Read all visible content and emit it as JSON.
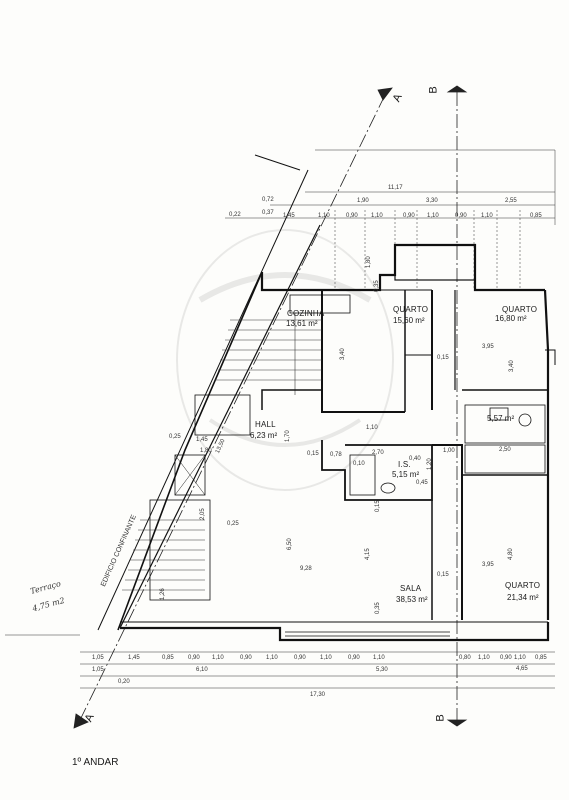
{
  "drawing": {
    "title": "1º ANDAR",
    "neighbor_label": "EDIFICIO CONFINANTE",
    "handwritten_note": [
      "Terraço",
      "4,75 m2"
    ]
  },
  "rooms": [
    {
      "name": "COZINHA",
      "area": "13,61 m²"
    },
    {
      "name": "QUARTO",
      "area": "15,60 m²"
    },
    {
      "name": "QUARTO",
      "area": "16,80 m²"
    },
    {
      "name": "HALL",
      "area": "6,23 m²"
    },
    {
      "name": "I.S.",
      "area": "5,15 m²"
    },
    {
      "name": "",
      "area": "5,57 m²"
    },
    {
      "name": "SALA",
      "area": "38,53 m²"
    },
    {
      "name": "QUARTO",
      "area": "21,34 m²"
    }
  ],
  "section_markers": {
    "a": "A",
    "b": "B"
  },
  "dimensions": {
    "top_total": "11,17",
    "top_row1": [
      "0,72",
      "1,90",
      "3,30",
      "2,55"
    ],
    "top_row2": [
      "0,22",
      "0,37",
      "1,45",
      "1,10",
      "0,90",
      "1,10",
      "0,90",
      "1,10",
      "0,90",
      "1,10",
      "0,85"
    ],
    "bottom_row1": [
      "1,05",
      "1,45",
      "0,85",
      "0,90",
      "1,10",
      "0,90",
      "1,10",
      "0,90",
      "1,10",
      "0,90",
      "1,10",
      "0,80",
      "1,10",
      "0,90",
      "1,10",
      "0,85"
    ],
    "bottom_row2": [
      "1,05",
      "6,10",
      "5,30",
      "4,65"
    ],
    "bottom_row3": [
      "0,20"
    ],
    "bottom_total": "17,30",
    "diagonal": "13,50",
    "interior": [
      "9,28",
      "3,95",
      "3,95",
      "4,15",
      "4,80",
      "6,50",
      "1,00",
      "2,50",
      "2,70",
      "1,70",
      "3,40",
      "3,40",
      "1,10",
      "0,15",
      "0,15",
      "0,15",
      "0,15",
      "0,25",
      "0,25",
      "0,78",
      "1,80",
      "2,05",
      "1,26"
    ],
    "small": [
      "0,35",
      "0,35",
      "0,10",
      "1,20",
      "0,40",
      "0,45",
      "1,80",
      "1,45"
    ]
  }
}
